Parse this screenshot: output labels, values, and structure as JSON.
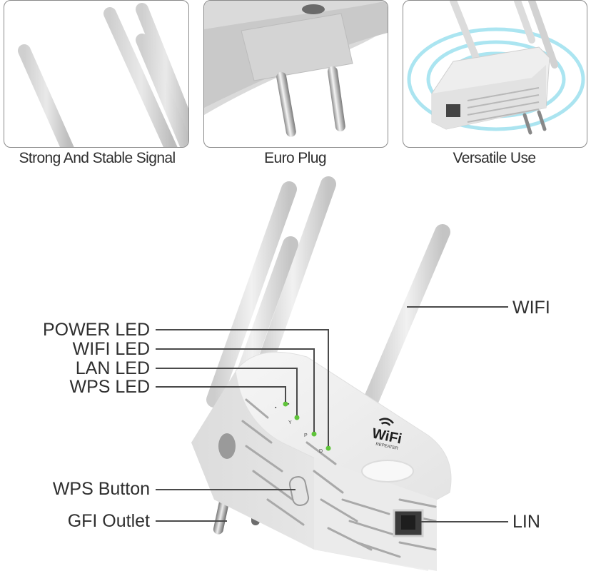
{
  "top_panels": [
    {
      "id": "signal",
      "caption": "Strong And Stable Signal",
      "image": "antennas-closeup"
    },
    {
      "id": "plug",
      "caption": "Euro Plug",
      "image": "euro-plug-closeup"
    },
    {
      "id": "versatile",
      "caption": "Versatile Use",
      "image": "repeater-with-signal-waves"
    }
  ],
  "diagram": {
    "product": "WiFi Repeater",
    "logo_text": "WiFi",
    "logo_subtext": "REPEATER",
    "callouts_left": [
      {
        "id": "power-led",
        "label": "POWER LED"
      },
      {
        "id": "wifi-led",
        "label": "WIFI LED"
      },
      {
        "id": "lan-led",
        "label": "LAN LED"
      },
      {
        "id": "wps-led",
        "label": "WPS LED"
      },
      {
        "id": "wps-button",
        "label": "WPS Button"
      },
      {
        "id": "gfi-outlet",
        "label": "GFI Outlet"
      }
    ],
    "callouts_right": [
      {
        "id": "wifi-antenna",
        "label": "WIFI"
      },
      {
        "id": "lan-port",
        "label": "LIN"
      }
    ],
    "led_color": "#5fc43a",
    "signal_wave_color": "#7fd3e6"
  }
}
